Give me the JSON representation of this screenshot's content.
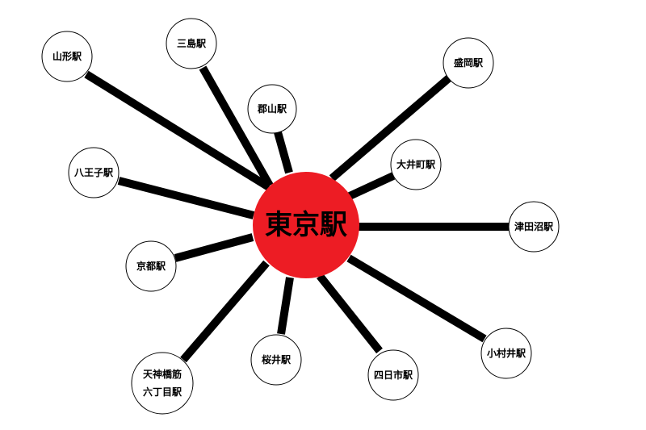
{
  "hub": {
    "name": "東京駅",
    "color": "#ed1c24"
  },
  "stations": [
    {
      "id": "yamagata",
      "lines": [
        "山形駅"
      ]
    },
    {
      "id": "mishima",
      "lines": [
        "三島駅"
      ]
    },
    {
      "id": "koriyama",
      "lines": [
        "郡山駅"
      ]
    },
    {
      "id": "morioka",
      "lines": [
        "盛岡駅"
      ]
    },
    {
      "id": "hachioji",
      "lines": [
        "八王子駅"
      ]
    },
    {
      "id": "oimachi",
      "lines": [
        "大井町駅"
      ]
    },
    {
      "id": "tsudanuma",
      "lines": [
        "津田沼駅"
      ]
    },
    {
      "id": "kyoto",
      "lines": [
        "京都駅"
      ]
    },
    {
      "id": "omura",
      "lines": [
        "小村井駅"
      ]
    },
    {
      "id": "tenjinbashi",
      "lines": [
        "天神橋筋",
        "六丁目駅"
      ]
    },
    {
      "id": "sakurai",
      "lines": [
        "桜井駅"
      ]
    },
    {
      "id": "yokkaichi",
      "lines": [
        "四日市駅"
      ]
    }
  ],
  "colors": {
    "line": "#000000",
    "node_fill": "#ffffff",
    "node_stroke": "#000000"
  }
}
